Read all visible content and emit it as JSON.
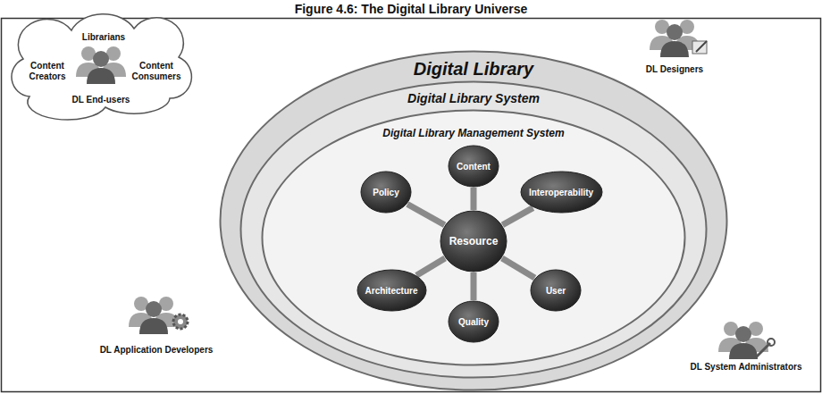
{
  "diagram": {
    "title": "Figure 4.6: The Digital Library Universe",
    "nodes": [
      {
        "text": [
          "Librarians",
          "Content Creators",
          "Content Consumers",
          "DL End-users"
        ]
      },
      {
        "text": [
          "Digital Library"
        ]
      },
      {
        "text": [
          "Digital Library System"
        ],
        "in": 1
      },
      {
        "text": [
          "Digital Library Management System"
        ],
        "in": 2
      },
      {
        "text": [
          "Resource"
        ],
        "in": 3
      },
      {
        "text": [
          "Content"
        ],
        "in": 3
      },
      {
        "text": [
          "Interoperability"
        ],
        "in": 3
      },
      {
        "text": [
          "User"
        ],
        "in": 3
      },
      {
        "text": [
          "Quality"
        ],
        "in": 3
      },
      {
        "text": [
          "Architecture"
        ],
        "in": 3
      },
      {
        "text": [
          "Policy"
        ],
        "in": 3
      }
    ],
    "edges": [
      {
        "from": 4,
        "to": 5,
        "arrow": "none"
      },
      {
        "from": 4,
        "to": 6,
        "arrow": "none"
      },
      {
        "from": 4,
        "to": 7,
        "arrow": "none"
      },
      {
        "from": 4,
        "to": 8,
        "arrow": "none"
      },
      {
        "from": 4,
        "to": 9,
        "arrow": "none"
      },
      {
        "from": 4,
        "to": 10,
        "arrow": "none"
      }
    ],
    "labels": [
      "DL Designers",
      "DL Application Developers",
      "DL System Administrators"
    ]
  }
}
